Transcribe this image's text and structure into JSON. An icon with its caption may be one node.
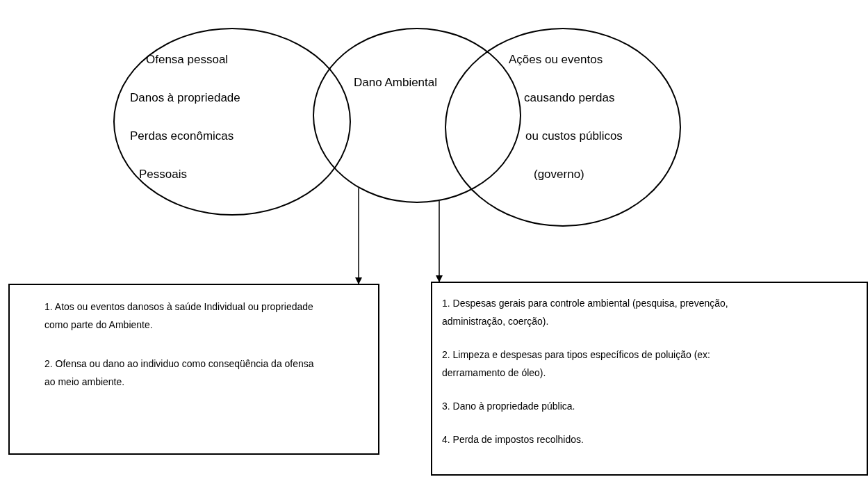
{
  "diagram": {
    "nodes": [
      {
        "text": [
          "Ofensa pessoal",
          "Danos à propriedade",
          "Perdas econômicas",
          "Pessoais"
        ]
      },
      {
        "text": [
          "Dano Ambiental"
        ]
      },
      {
        "text": [
          "Ações ou eventos",
          "causando perdas",
          "ou custos públicos",
          "(governo)"
        ]
      },
      {
        "text": [
          "1. Atos ou eventos danosos à saúde Individual ou propriedade como parte do Ambiente.",
          "2. Ofensa ou dano ao individuo como conseqüência da ofensa ao meio ambiente."
        ]
      },
      {
        "text": [
          "1. Despesas gerais para controle ambiental (pesquisa, prevenção, administração, coerção).",
          "2. Limpeza e despesas para tipos específicos de poluição (ex: derramamento de óleo).",
          "3. Dano à propriedade pública.",
          "4. Perda de impostos recolhidos."
        ]
      }
    ],
    "edges": [
      {
        "from": 1,
        "to": 3,
        "arrow": "to"
      },
      {
        "from": 1,
        "to": 4,
        "arrow": "to"
      }
    ]
  }
}
